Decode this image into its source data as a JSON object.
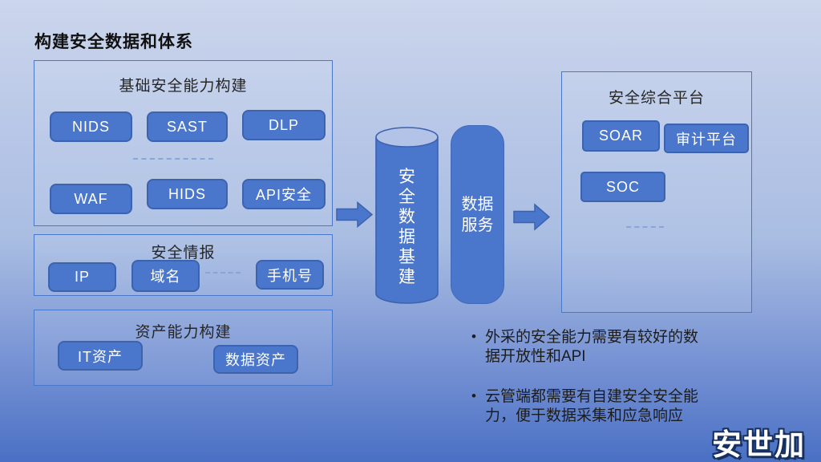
{
  "title": "构建安全数据和体系",
  "boxes": {
    "basic": {
      "title": "基础安全能力构建",
      "row1": [
        "NIDS",
        "SAST",
        "DLP"
      ],
      "row2": [
        "WAF",
        "HIDS",
        "API安全"
      ]
    },
    "intel": {
      "title": "安全情报",
      "items": [
        "IP",
        "域名",
        "手机号"
      ]
    },
    "asset": {
      "title": "资产能力构建",
      "items": [
        "IT资产",
        "数据资产"
      ]
    },
    "platform": {
      "title": "安全综合平台",
      "items": [
        "SOAR",
        "审计平台",
        "SOC"
      ]
    }
  },
  "pipeline": {
    "cylinder_label": "安全数据基建",
    "service_label": "数据服务"
  },
  "notes": {
    "marker": "•",
    "items": [
      "外采的安全能力需要有较好的数据开放性和API",
      "云管端都需要有自建安全安全能力，便于数据采集和应急响应"
    ]
  },
  "logo": "安世加",
  "colors": {
    "accent_fill": "#4a76cb",
    "accent_border": "#3c63ae",
    "panel_border": "#4778ca",
    "bg_top": "#ccd6ec",
    "bg_bottom": "#4a70c4",
    "text_dark": "#1c1c1c",
    "text_white": "#ffffff"
  }
}
